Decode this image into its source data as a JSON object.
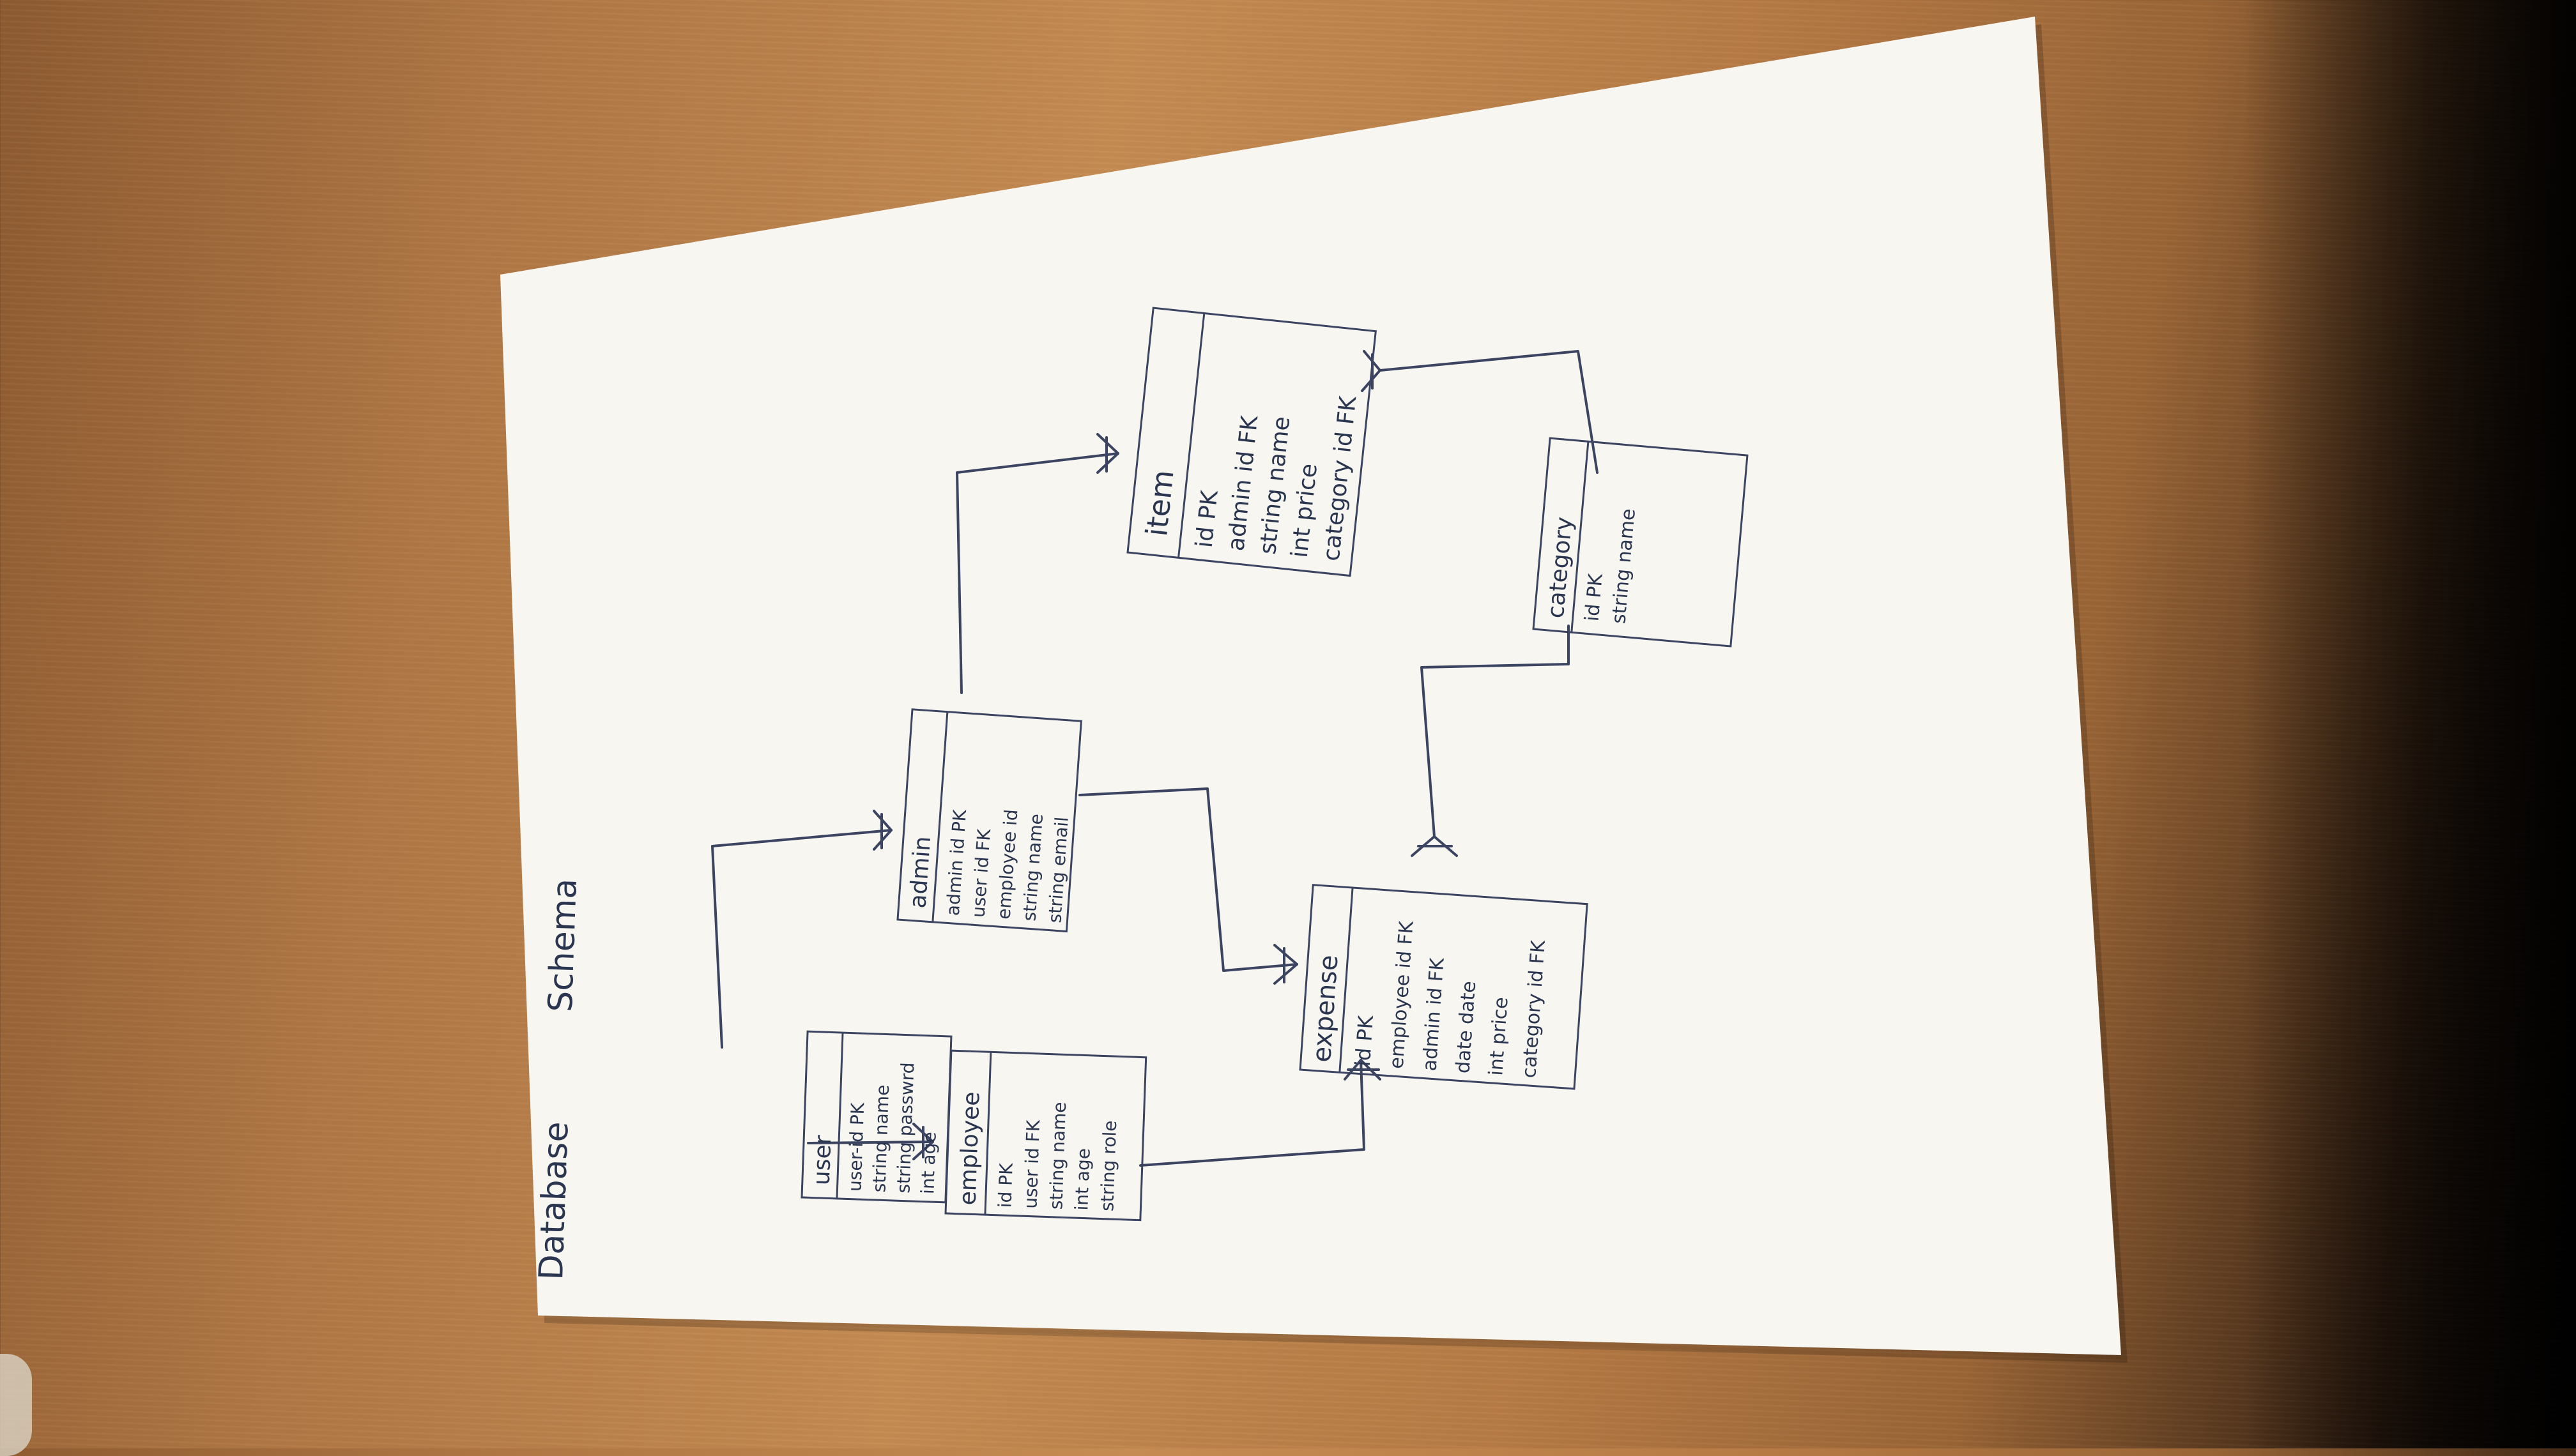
{
  "sheet": {
    "title_left": "Database",
    "title_right": "Schema"
  },
  "entities": {
    "user": {
      "name": "user",
      "fields": [
        "user-id PK",
        "string name",
        "string passwrd",
        "int age"
      ]
    },
    "employee": {
      "name": "employee",
      "fields": [
        "id PK",
        "user id FK",
        "string name",
        "int age",
        "string role"
      ]
    },
    "admin": {
      "name": "admin",
      "fields": [
        "admin id PK",
        "user id FK",
        "employee id",
        "string name",
        "string email"
      ]
    },
    "item": {
      "name": "item",
      "fields": [
        "id PK",
        "admin id FK",
        "string name",
        "int price",
        "category id FK"
      ]
    },
    "category": {
      "name": "category",
      "fields": [
        "id PK",
        "string name"
      ]
    },
    "expense": {
      "name": "expense",
      "fields": [
        "id PK",
        "employee id FK",
        "admin id FK",
        "date date",
        "int price",
        "category id FK"
      ]
    }
  },
  "colors": {
    "paper": "#f7f6f1",
    "ink": "#3b4460",
    "desk": "#b57a44"
  }
}
